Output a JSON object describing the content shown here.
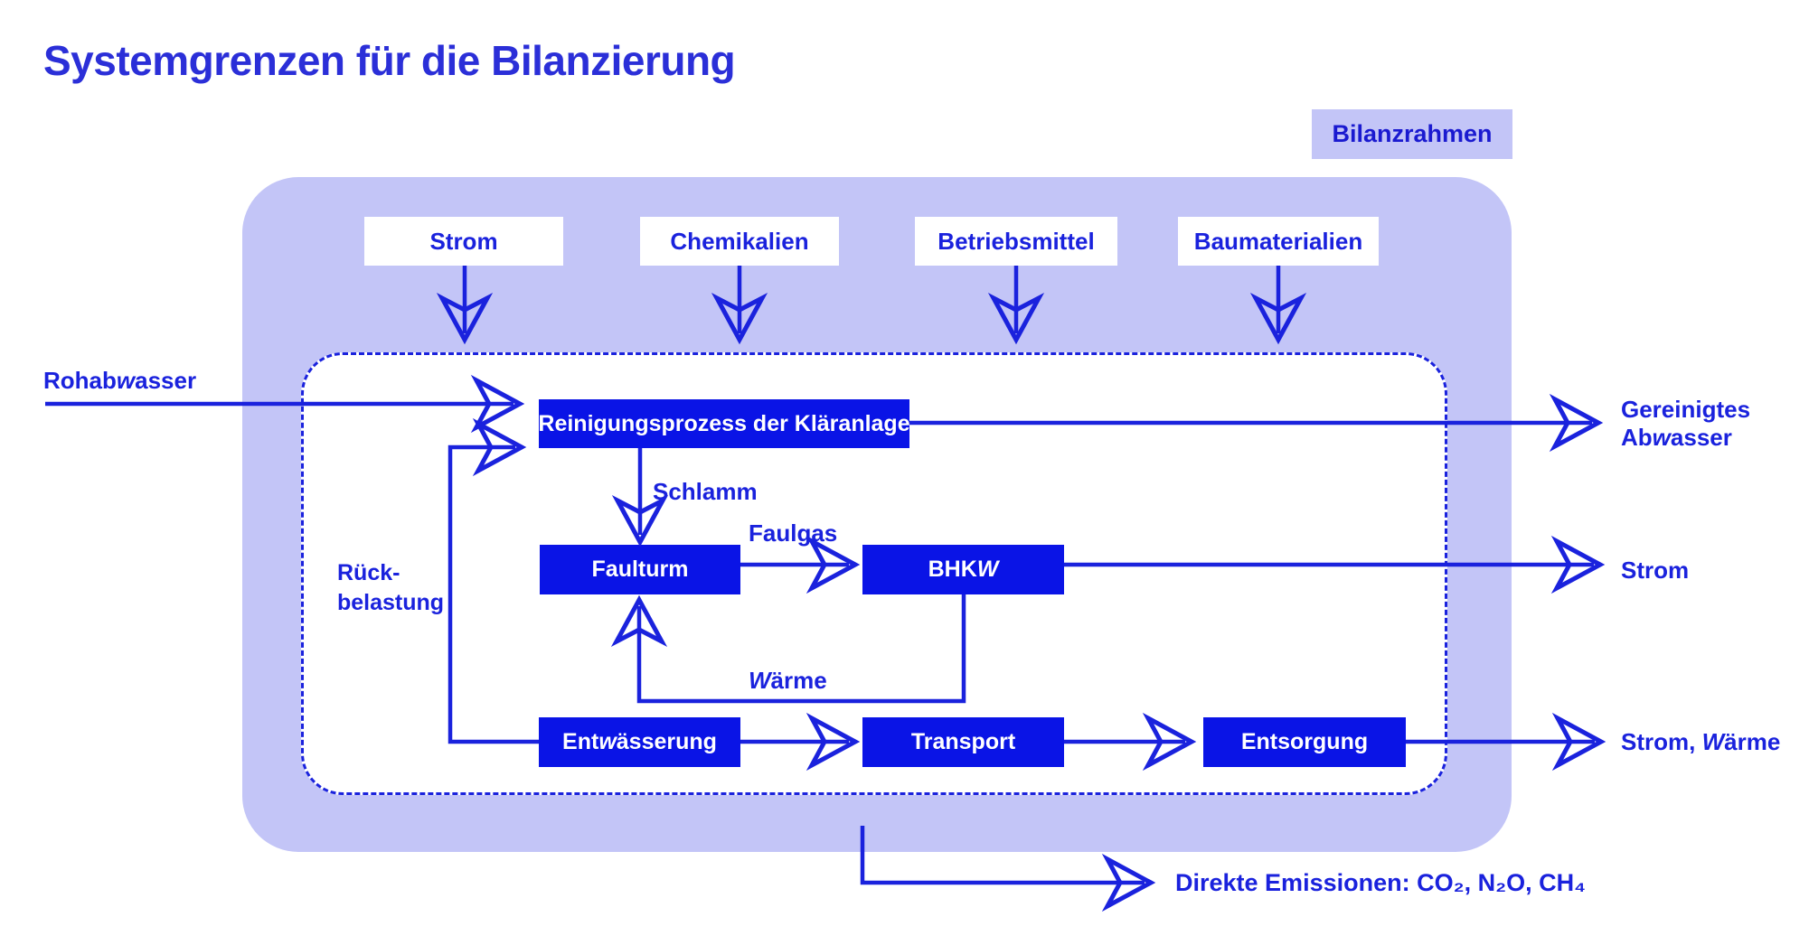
{
  "title": "Systemgrenzen für die Bilanzierung",
  "legend": {
    "label": "Bilanzrahmen"
  },
  "inputs": {
    "items": [
      "Strom",
      "Chemikalien",
      "Betriebsmittel",
      "Baumaterialien"
    ]
  },
  "processes": {
    "treatment": "Reinigungsprozess der Kläranlage",
    "digester": "Faulturm",
    "chp": "BHKW",
    "dewatering": "Entwässerung",
    "transport": "Transport",
    "disposal": "Entsorgung"
  },
  "flows": {
    "raw_sewage": "Rohabwasser",
    "sludge": "Schlamm",
    "digester_gas": "Faulgas",
    "heat": "Wärme",
    "return_load": "Rück-belastung"
  },
  "outputs": {
    "treated": "Gereinigtes Abwasser",
    "power": "Strom",
    "power_heat": "Strom, Wärme",
    "emissions": "Direkte Emissionen: CO₂, N₂O, CH₄"
  },
  "colors": {
    "frame": "#c3c5f7",
    "box": "#0a14e6",
    "ink": "#1a22dd",
    "title": "#2b2fd8"
  }
}
